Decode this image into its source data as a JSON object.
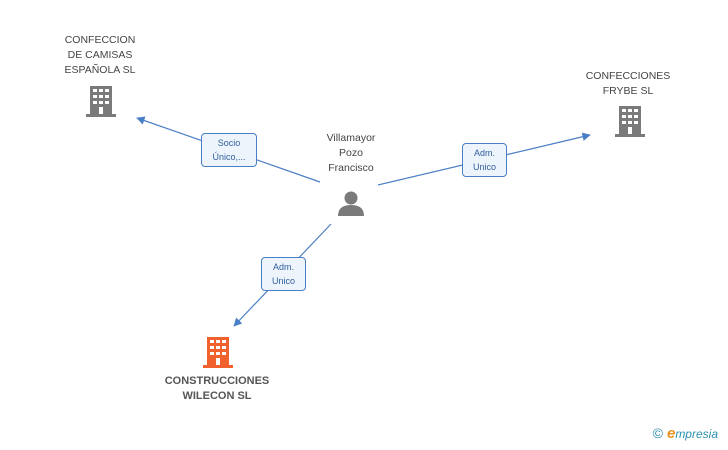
{
  "nodes": {
    "person": {
      "name_lines": [
        "Villamayor",
        "Pozo",
        "Francisco"
      ]
    },
    "company_1": {
      "name_lines": [
        "CONFECCION",
        "DE CAMISAS",
        "ESPAÑOLA  SL"
      ]
    },
    "company_2": {
      "name_lines": [
        "CONFECCIONES",
        "FRYBE SL"
      ]
    },
    "company_3": {
      "name_lines": [
        "CONSTRUCCIONES",
        "WILECON SL"
      ]
    }
  },
  "edges": {
    "to_company_1": {
      "label_lines": [
        "Socio",
        "Único,..."
      ]
    },
    "to_company_2": {
      "label_lines": [
        "Adm.",
        "Unico"
      ]
    },
    "to_company_3": {
      "label_lines": [
        "Adm.",
        "Unico"
      ]
    }
  },
  "colors": {
    "edge": "#4a7fc6",
    "building_default": "#7a7a7a",
    "building_highlight": "#f0612e",
    "person": "#7a7a7a"
  },
  "brand": {
    "symbol": "©",
    "initial": "e",
    "rest": "mpresia"
  }
}
